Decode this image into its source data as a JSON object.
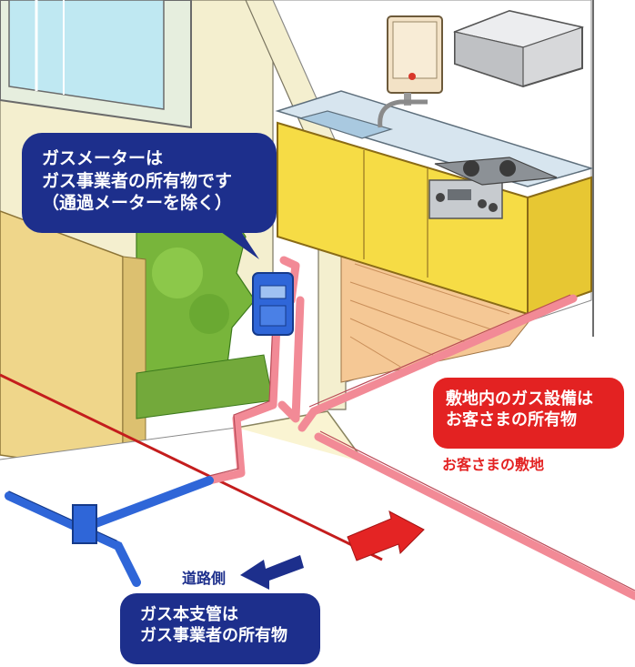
{
  "meter_callout": {
    "lines": [
      "ガスメーターは",
      "ガス事業者の所有物です",
      "（通過メーターを除く）"
    ]
  },
  "premises_callout": {
    "lines": [
      "敷地内のガス設備は",
      "お客さまの所有物"
    ]
  },
  "premises_label": "お客さまの敷地",
  "road_label": "道路側",
  "main_pipe_callout": {
    "lines": [
      "ガス本支管は",
      "ガス事業者の所有物"
    ]
  },
  "colors": {
    "customer_pipe": "#f28a96",
    "utility_pipe": "#2f66d8",
    "boundary_line": "#c41d1d",
    "callout_blue": "#1d2f8c",
    "callout_red": "#e32222",
    "counter_yellow": "#f6dc45"
  }
}
